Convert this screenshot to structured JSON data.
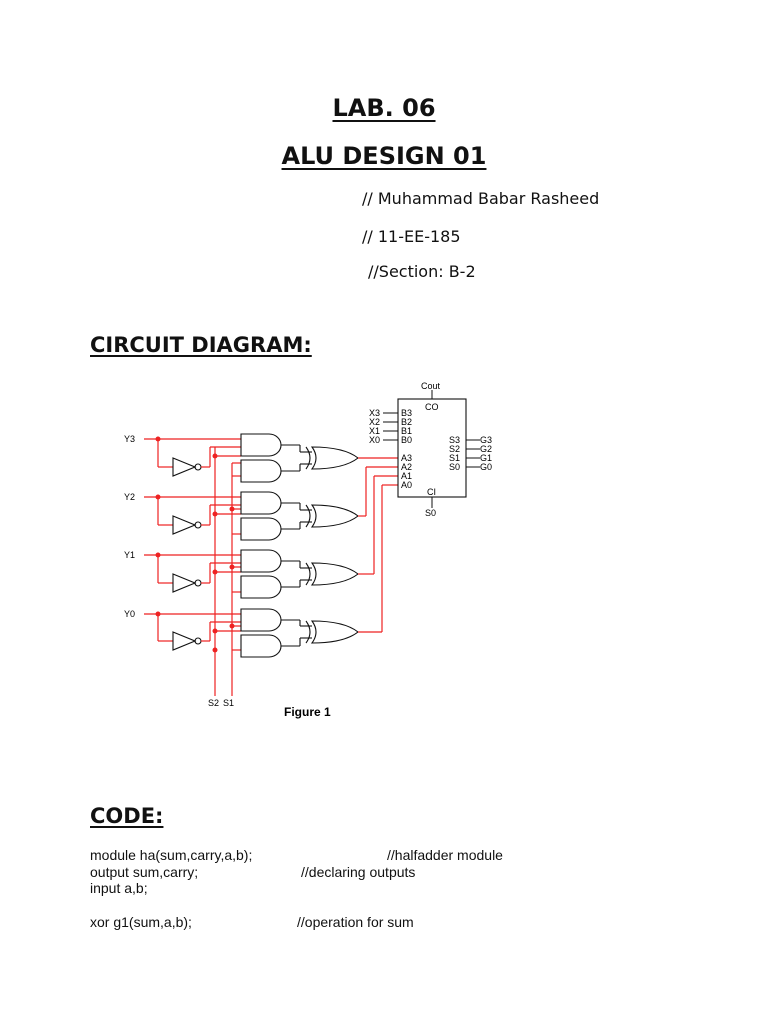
{
  "header": {
    "lab": "LAB. 06",
    "title": "ALU DESIGN 01",
    "author": "// Muhammad Babar Rasheed",
    "reg": "// 11-EE-185",
    "section": "//Section: B-2"
  },
  "sections": {
    "circuit_heading": "CIRCUIT DIAGRAM:",
    "code_heading": "CODE:"
  },
  "diagram": {
    "inputs": [
      "Y3",
      "Y2",
      "Y1",
      "Y0"
    ],
    "selects": [
      "S2",
      "S1"
    ],
    "adder_top_label": "Cout",
    "adder_carry_out": "CO",
    "adder_carry_in": "CI",
    "adder_bottom_label": "S0",
    "b_inputs_ext": [
      "X3",
      "X2",
      "X1",
      "X0"
    ],
    "b_pins": [
      "B3",
      "B2",
      "B1",
      "B0"
    ],
    "a_pins": [
      "A3",
      "A2",
      "A1",
      "A0"
    ],
    "s_pins": [
      "S3",
      "S2",
      "S1",
      "S0"
    ],
    "outputs": [
      "G3",
      "G2",
      "G1",
      "G0"
    ],
    "caption": "Figure 1"
  },
  "code": [
    {
      "stmt": "module ha(sum,carry,a,b);",
      "comment": "//halfadder module"
    },
    {
      "stmt": "output sum,carry;",
      "comment": "//declaring outputs"
    },
    {
      "stmt": "input a,b;",
      "comment": ""
    },
    {
      "stmt": "xor g1(sum,a,b);",
      "comment": "//operation for sum"
    }
  ]
}
